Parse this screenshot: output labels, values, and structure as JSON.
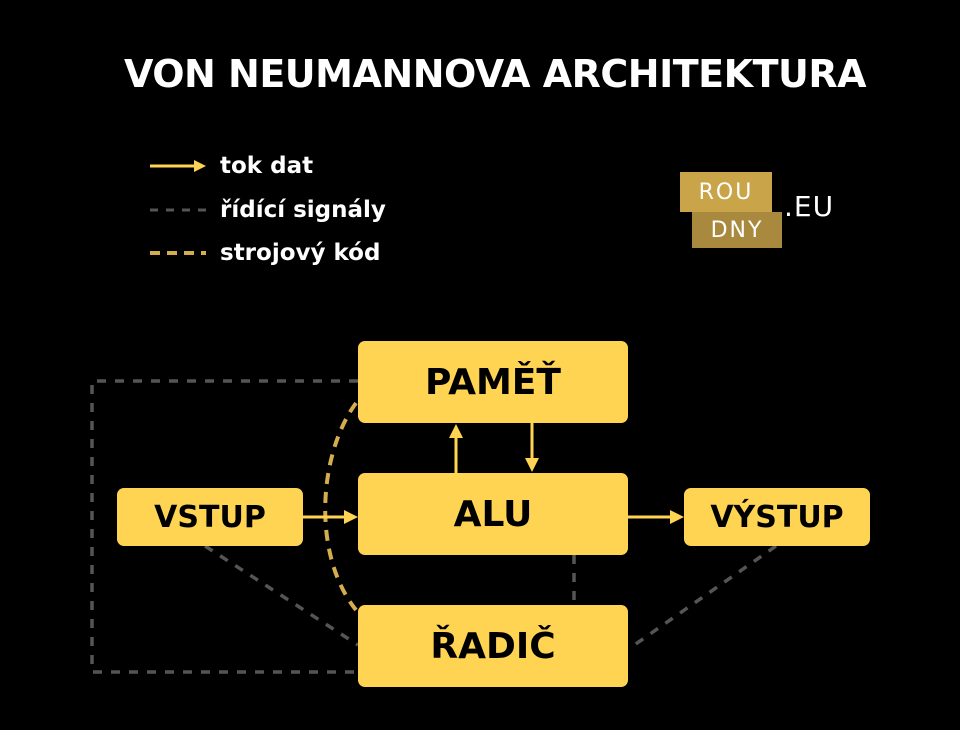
{
  "title": "VON NEUMANNOVA ARCHITEKTURA",
  "legend": {
    "data_flow": "tok dat",
    "control_signals": "řídící signály",
    "machine_code": "strojový kód"
  },
  "logo": {
    "top": "ROU",
    "bottom": "DNY",
    "suffix": ".EU"
  },
  "nodes": {
    "memory": "PAMĚŤ",
    "alu": "ALU",
    "input": "VSTUP",
    "output": "VÝSTUP",
    "controller": "ŘADIČ"
  },
  "colors": {
    "background": "#000000",
    "node_fill": "#ffd452",
    "data_arrow": "#ffd452",
    "control_dash": "#555555",
    "code_dash": "#d4ad4e",
    "text": "#ffffff"
  }
}
